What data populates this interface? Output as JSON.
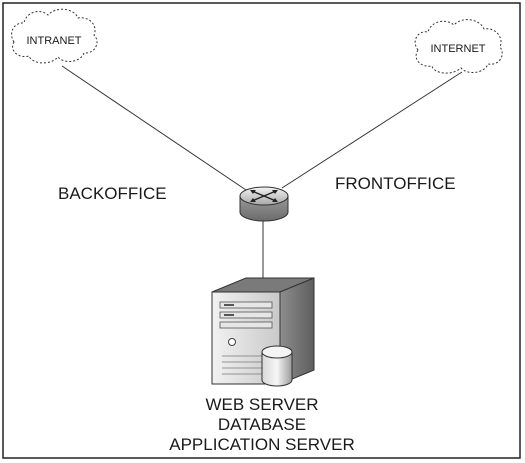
{
  "nodes": {
    "intranet": {
      "label": "INTRANET"
    },
    "internet": {
      "label": "INTERNET"
    }
  },
  "zones": {
    "backoffice": "BACKOFFICE",
    "frontoffice": "FRONTOFFICE"
  },
  "server": {
    "lines": [
      "WEB SERVER",
      "DATABASE",
      "APPLICATION SERVER"
    ]
  }
}
